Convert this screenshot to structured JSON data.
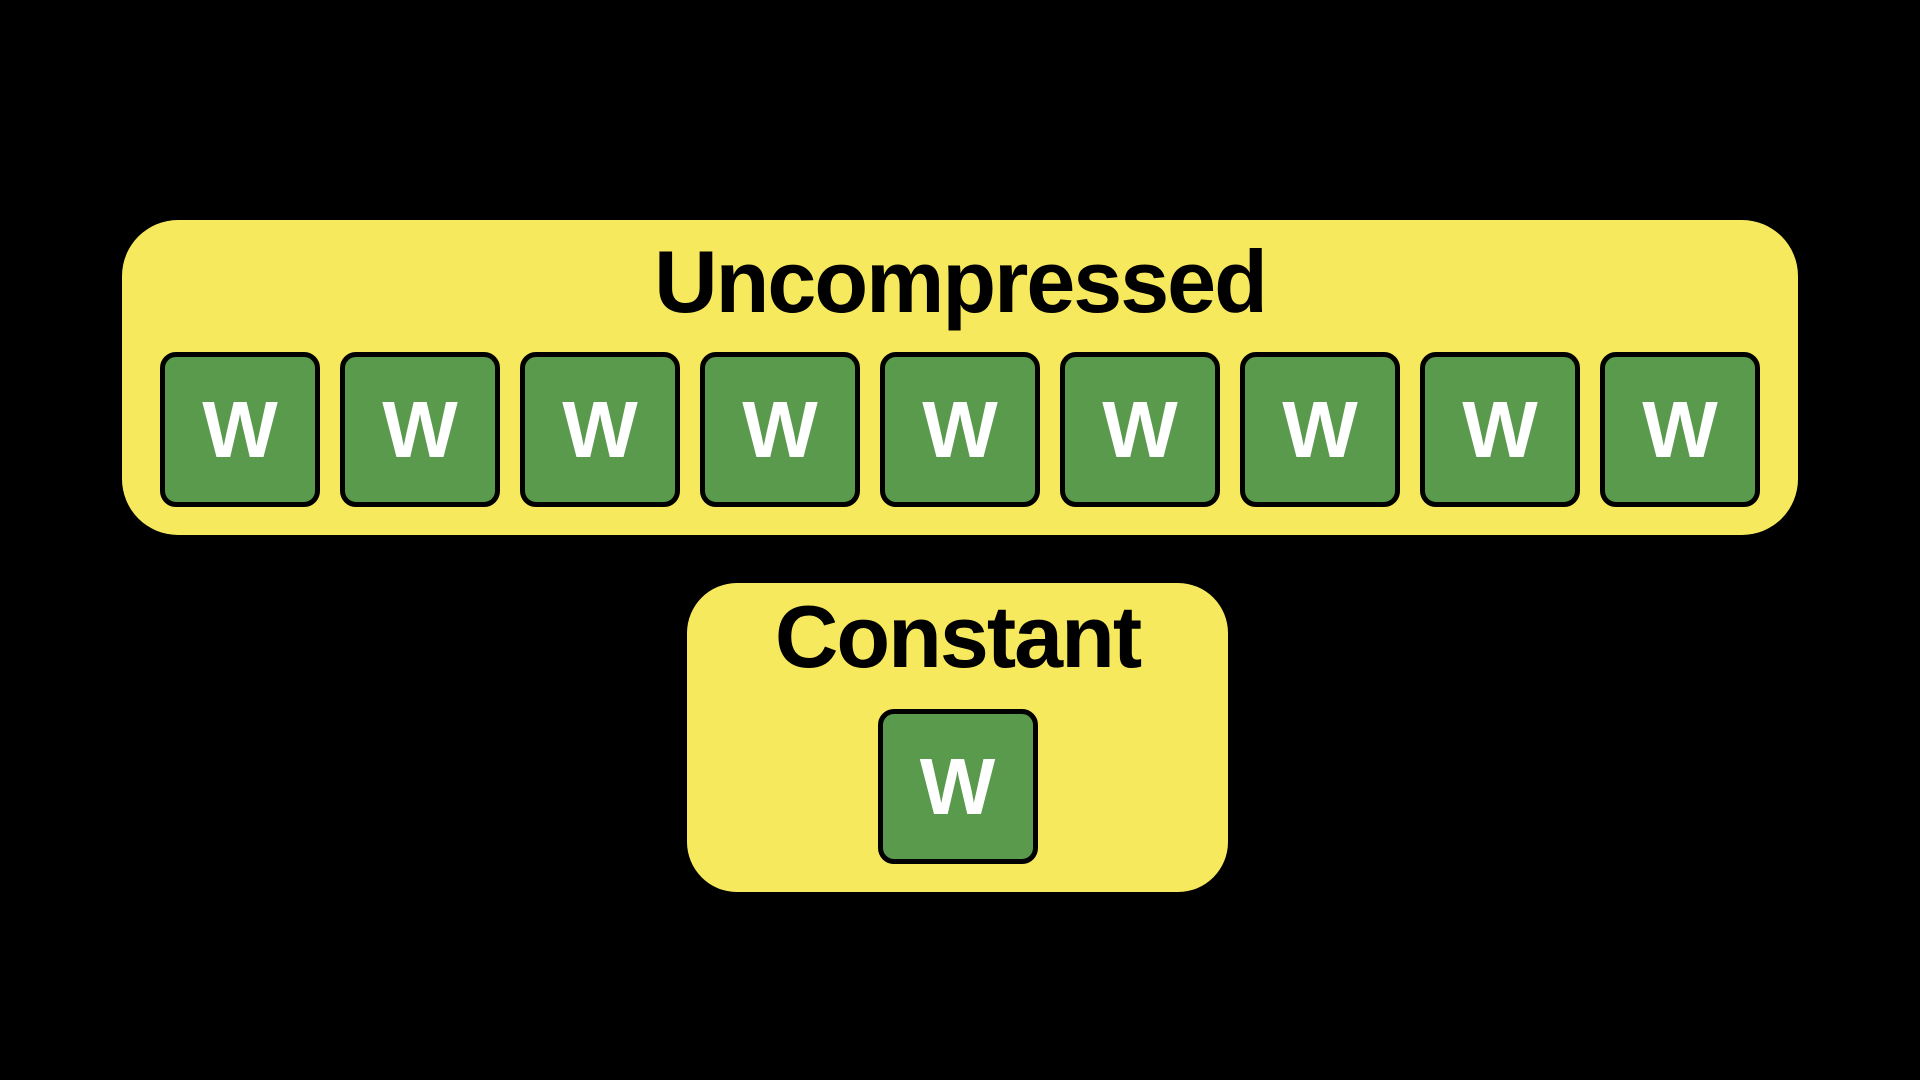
{
  "page": {
    "background_color": "#000000"
  },
  "colors": {
    "group_box_fill": "#F6E95E",
    "tile_fill": "#5A9A4D",
    "tile_border": "#000000",
    "tile_letter_color": "#FFFFFF",
    "title_color": "#000000"
  },
  "uncompressed": {
    "title": "Uncompressed",
    "tiles": [
      "W",
      "W",
      "W",
      "W",
      "W",
      "W",
      "W",
      "W",
      "W"
    ]
  },
  "constant": {
    "title": "Constant",
    "tiles": [
      "W"
    ]
  }
}
